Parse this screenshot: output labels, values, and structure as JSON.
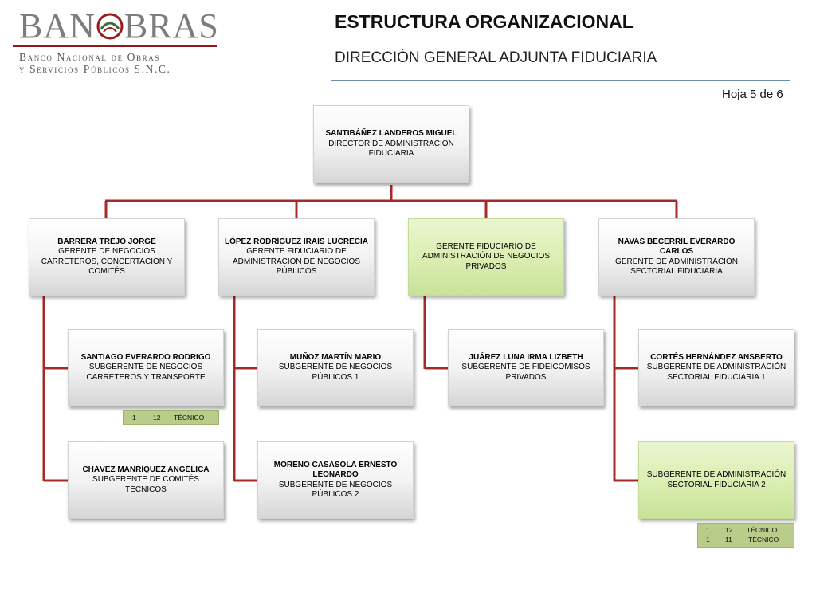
{
  "logo": {
    "word": "BANOBRAS",
    "subtitle_line1": "Banco Nacional de Obras",
    "subtitle_line2": "y Servicios Públicos S.N.C."
  },
  "header": {
    "title": "ESTRUCTURA ORGANIZACIONAL",
    "subtitle": "DIRECCIÓN GENERAL ADJUNTA FIDUCIARIA",
    "page": "Hoja 5 de 6"
  },
  "colors": {
    "connector": "#a52a2a",
    "vacant_box": "#dcefb4",
    "table_fill": "#b9cc8a",
    "rule": "#6f8dac"
  },
  "org": {
    "director": {
      "name": "SANTIBÁÑEZ LANDEROS MIGUEL",
      "role": "DIRECTOR DE ADMINISTRACIÓN FIDUCIARIA"
    },
    "managers": [
      {
        "name": "BARRERA TREJO JORGE",
        "role": "GERENTE DE NEGOCIOS CARRETEROS, CONCERTACIÓN Y COMITÉS"
      },
      {
        "name": "LÓPEZ RODRÍGUEZ IRAIS LUCRECIA",
        "role": "GERENTE FIDUCIARIO DE ADMINISTRACIÓN DE NEGOCIOS PÚBLICOS"
      },
      {
        "name": "",
        "role": "GERENTE FIDUCIARIO DE ADMINISTRACIÓN DE NEGOCIOS PRIVADOS"
      },
      {
        "name": "NAVAS BECERRIL EVERARDO CARLOS",
        "role": "GERENTE DE ADMINISTRACIÓN SECTORIAL FIDUCIARIA"
      }
    ],
    "subs": [
      {
        "name": "SANTIAGO EVERARDO RODRIGO",
        "role": "SUBGERENTE DE NEGOCIOS CARRETEROS Y TRANSPORTE"
      },
      {
        "name": "CHÁVEZ MANRÍQUEZ ANGÉLICA",
        "role": "SUBGERENTE DE COMITÉS TÉCNICOS"
      },
      {
        "name": "MUÑOZ MARTÍN MARIO",
        "role": "SUBGERENTE DE NEGOCIOS PÚBLICOS 1"
      },
      {
        "name": "MORENO CASASOLA ERNESTO LEONARDO",
        "role": "SUBGERENTE DE NEGOCIOS PÚBLICOS 2"
      },
      {
        "name": "JUÁREZ LUNA IRMA LIZBETH",
        "role": "SUBGERENTE DE FIDEICOMISOS PRIVADOS"
      },
      {
        "name": "CORTÉS HERNÁNDEZ ANSBERTO",
        "role": "SUBGERENTE DE ADMINISTRACIÓN SECTORIAL FIDUCIARIA 1"
      },
      {
        "name": "",
        "role": "SUBGERENTE DE ADMINISTRACIÓN SECTORIAL FIDUCIARIA 2"
      }
    ]
  },
  "staff_tables": [
    {
      "rows": [
        {
          "qty": "1",
          "level": "12",
          "type": "TÉCNICO"
        }
      ]
    },
    {
      "rows": [
        {
          "qty": "1",
          "level": "12",
          "type": "TÉCNICO"
        },
        {
          "qty": "1",
          "level": "11",
          "type": "TÉCNICO"
        }
      ]
    }
  ]
}
